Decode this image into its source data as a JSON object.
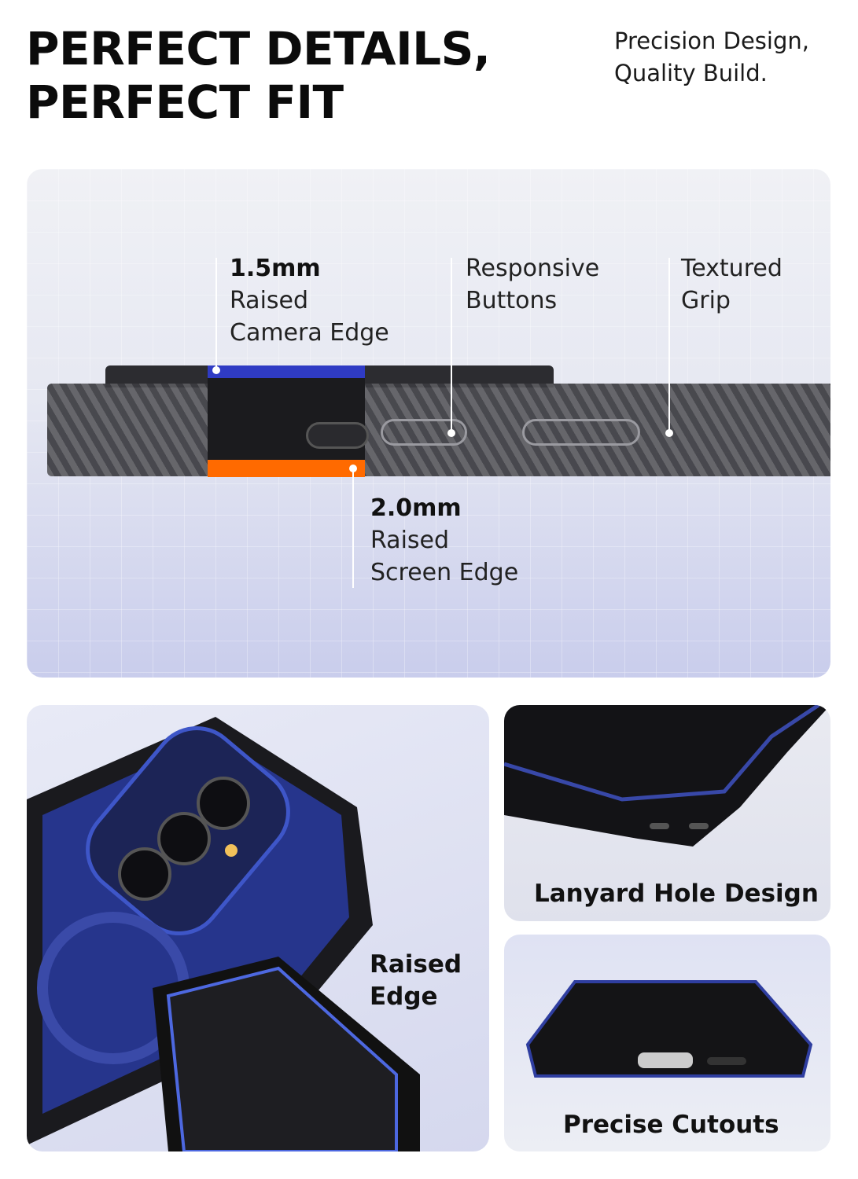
{
  "header": {
    "title_line1": "PERFECT DETAILS,",
    "title_line2": "PERFECT FIT",
    "subtitle_line1": "Precision Design,",
    "subtitle_line2": "Quality Build."
  },
  "top_panel": {
    "camera": {
      "value": "1.5mm",
      "line1": "Raised",
      "line2": "Camera Edge"
    },
    "buttons": {
      "line1": "Responsive",
      "line2": "Buttons"
    },
    "grip": {
      "line1": "Textured",
      "line2": "Grip"
    },
    "screen": {
      "value": "2.0mm",
      "line1": "Raised",
      "line2": "Screen Edge"
    },
    "colors": {
      "camera_bar": "#2f3bc4",
      "screen_bar": "#ff6a00"
    }
  },
  "panels": {
    "raised_edge": {
      "line1": "Raised",
      "line2": "Edge"
    },
    "lanyard": "Lanyard Hole Design",
    "cutouts": "Precise Cutouts"
  }
}
